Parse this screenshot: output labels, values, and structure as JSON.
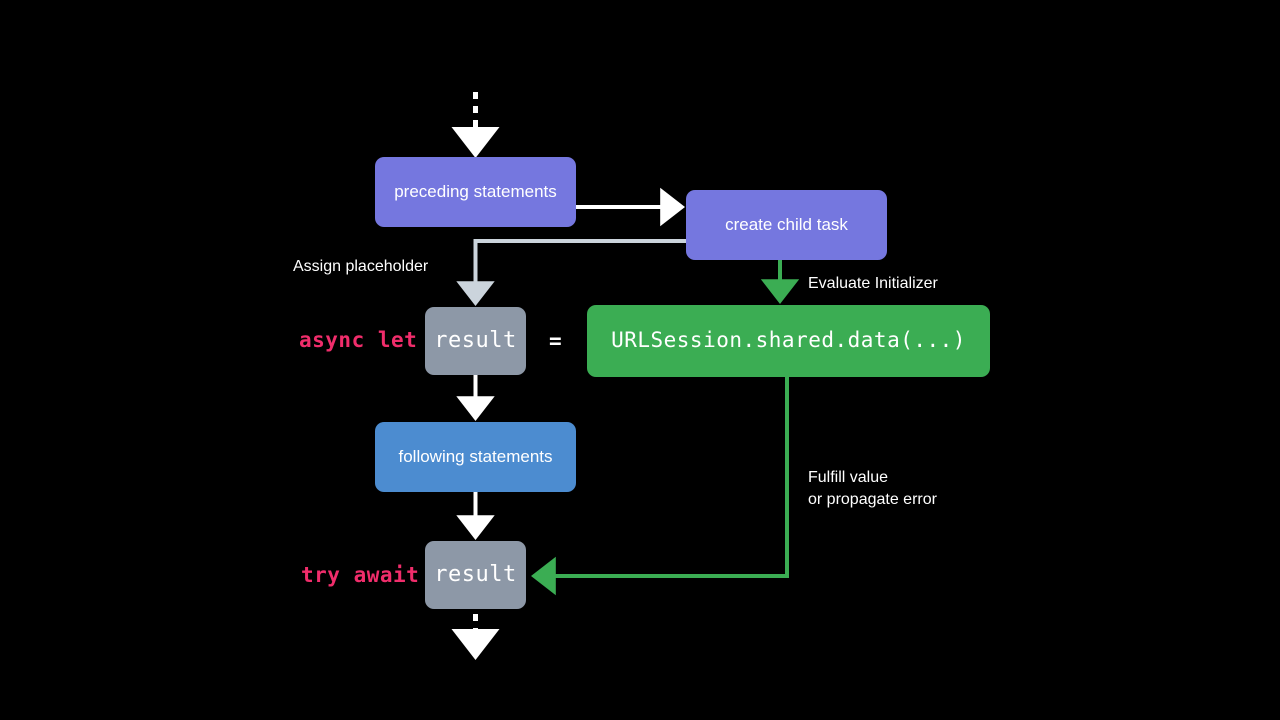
{
  "diagram": {
    "title": "async let execution flow",
    "background": "#000000",
    "colors": {
      "purple": "#7577DF",
      "blue": "#4C8CD0",
      "gray": "#8D98A7",
      "green": "#3BAD53",
      "keyword_pink": "#F02D6B",
      "white": "#FFFFFF",
      "light_gray_wire": "#CBD4DC",
      "green_wire": "#3BAD53"
    },
    "nodes": [
      {
        "id": "preceding",
        "label": "preceding statements",
        "style": "purple"
      },
      {
        "id": "child_task",
        "label": "create child task",
        "style": "purple"
      },
      {
        "id": "result_top",
        "label": "result",
        "style": "gray"
      },
      {
        "id": "urlsession",
        "label": "URLSession.shared.data(...)",
        "style": "green"
      },
      {
        "id": "following",
        "label": "following statements",
        "style": "blue"
      },
      {
        "id": "result_bottom",
        "label": "result",
        "style": "gray"
      }
    ],
    "keywords": {
      "async_let": "async let",
      "try_await": "try await",
      "equals": "="
    },
    "annotations": {
      "assign_placeholder": "Assign placeholder",
      "evaluate_initializer": "Evaluate Initializer",
      "fulfill_value": "Fulfill value\nor propagate error"
    },
    "edges": [
      {
        "id": "entry",
        "from": "(top, off-screen)",
        "to": "preceding",
        "style": "dashed-white-down-arrow"
      },
      {
        "id": "preceding-child",
        "from": "preceding",
        "to": "child_task",
        "style": "solid-white-right-arrow"
      },
      {
        "id": "child-result",
        "from": "child_task",
        "to": "result_top",
        "style": "solid-lightgray-elbow-down-arrow",
        "label": "Assign placeholder"
      },
      {
        "id": "child-urlsession",
        "from": "child_task",
        "to": "urlsession",
        "style": "solid-green-down-arrow",
        "label": "Evaluate Initializer"
      },
      {
        "id": "result-following",
        "from": "result_top",
        "to": "following",
        "style": "solid-white-down-arrow"
      },
      {
        "id": "following-result",
        "from": "following",
        "to": "result_bottom",
        "style": "solid-white-down-arrow"
      },
      {
        "id": "urlsession-await",
        "from": "urlsession",
        "to": "result_bottom",
        "style": "solid-green-elbow-left-arrow",
        "label": "Fulfill value or propagate error"
      },
      {
        "id": "exit",
        "from": "result_bottom",
        "to": "(bottom, off-screen)",
        "style": "dashed-white-down-arrow"
      }
    ]
  }
}
